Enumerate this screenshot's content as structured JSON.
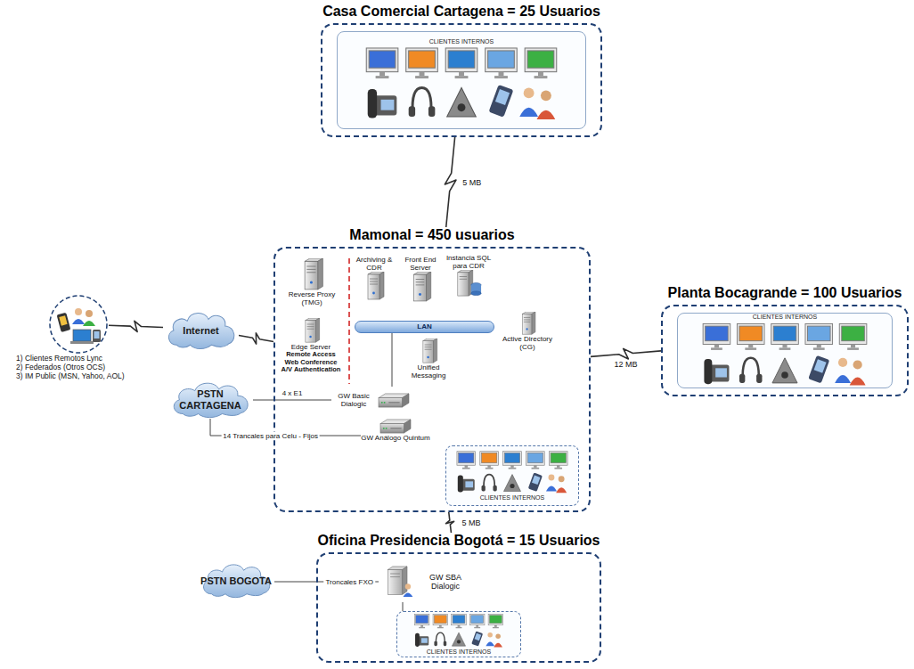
{
  "diagram": {
    "nodes": [
      {
        "text": [
          "Casa Comercial Cartagena = 25 Usuarios",
          "CLIENTES INTERNOS"
        ]
      },
      {
        "text": [
          "1) Clientes Remotos Lync",
          "2) Federados (Otros OCS)",
          "3) IM Public (MSN, Yahoo, AOL)"
        ]
      },
      {
        "text": [
          "Internet"
        ]
      },
      {
        "text": [
          "Mamonal = 450 usuarios"
        ]
      },
      {
        "text": [
          "Reverse Proxy (TMG)"
        ],
        "in": 3
      },
      {
        "text": [
          "Edge Server",
          "Remote Access",
          "Web Conference",
          "A/V Authentication"
        ],
        "in": 3
      },
      {
        "text": [
          "Archiving & CDR"
        ],
        "in": 3
      },
      {
        "text": [
          "Front End Server"
        ],
        "in": 3
      },
      {
        "text": [
          "Instancia SQL para CDR"
        ],
        "in": 3
      },
      {
        "text": [
          "LAN"
        ],
        "in": 3
      },
      {
        "text": [
          "Active Directory (CG)"
        ],
        "in": 3
      },
      {
        "text": [
          "Unified Messaging"
        ],
        "in": 3
      },
      {
        "text": [
          "GW Basic Dialogic"
        ],
        "in": 3
      },
      {
        "text": [
          "GW Análogo Quintum"
        ],
        "in": 3
      },
      {
        "text": [
          "CLIENTES INTERNOS"
        ],
        "in": 3
      },
      {
        "text": [
          "PSTN CARTAGENA"
        ]
      },
      {
        "text": [
          "Planta Bocagrande = 100 Usuarios",
          "CLIENTES INTERNOS"
        ]
      },
      {
        "text": [
          "Oficina Presidencia Bogotá = 15 Usuarios"
        ]
      },
      {
        "text": [
          "GW SBA Dialogic"
        ],
        "in": 17
      },
      {
        "text": [
          "CLIENTES INTERNOS"
        ],
        "in": 17
      },
      {
        "text": [
          "PSTN BOGOTA"
        ]
      }
    ],
    "edges": [
      {
        "from": 1,
        "to": 2,
        "arrow": "none"
      },
      {
        "from": 2,
        "to": 3,
        "arrow": "none"
      },
      {
        "from": 0,
        "to": 3,
        "label": "5 MB",
        "arrow": "none"
      },
      {
        "from": 3,
        "to": 16,
        "label": "12 MB",
        "arrow": "none"
      },
      {
        "from": 3,
        "to": 17,
        "label": "5 MB",
        "arrow": "none"
      },
      {
        "from": 15,
        "to": 12,
        "label": "4 x E1",
        "arrow": "none"
      },
      {
        "from": 15,
        "to": 13,
        "label": "14 Trancales para Celu - Fijos",
        "arrow": "none"
      },
      {
        "from": 20,
        "to": 18,
        "label": "Troncales FXO",
        "arrow": "none"
      },
      {
        "from": 9,
        "to": 12,
        "arrow": "none"
      },
      {
        "from": 18,
        "to": 19,
        "arrow": "none"
      }
    ]
  }
}
